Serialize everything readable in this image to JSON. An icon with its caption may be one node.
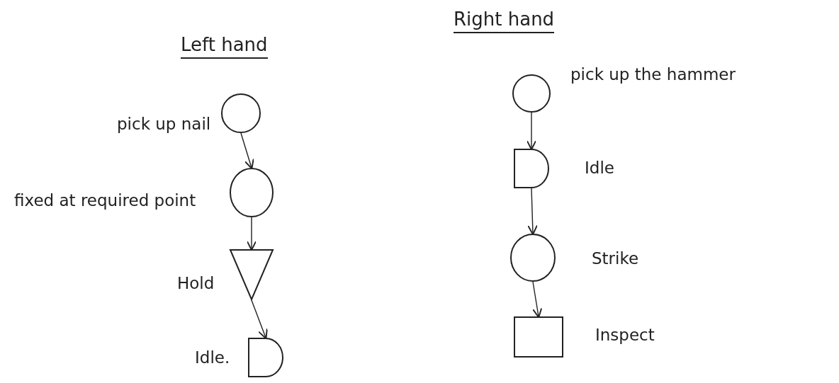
{
  "diagram": {
    "nodes": [
      {
        "text": [],
        "shape": "circle",
        "beside": [
          "pick up nail"
        ]
      },
      {
        "text": [],
        "shape": "circle",
        "beside": [
          "fixed at required point"
        ]
      },
      {
        "text": [],
        "shape": "triangle",
        "beside": [
          "Hold"
        ]
      },
      {
        "text": [],
        "shape": "delay",
        "beside": [
          "Idle."
        ]
      },
      {
        "text": [],
        "shape": "circle",
        "beside": [
          "pick up the hammer"
        ]
      },
      {
        "text": [],
        "shape": "delay",
        "beside": [
          "Idle"
        ]
      },
      {
        "text": [],
        "shape": "circle",
        "beside": [
          "Strike"
        ]
      },
      {
        "text": [],
        "shape": "box",
        "beside": [
          "Inspect"
        ]
      }
    ],
    "edges": [
      {
        "from": 0,
        "to": 1,
        "arrow": "to"
      },
      {
        "from": 1,
        "to": 2,
        "arrow": "to"
      },
      {
        "from": 2,
        "to": 3,
        "arrow": "to"
      },
      {
        "from": 4,
        "to": 5,
        "arrow": "to"
      },
      {
        "from": 5,
        "to": 6,
        "arrow": "to"
      },
      {
        "from": 6,
        "to": 7,
        "arrow": "to"
      }
    ],
    "labels": [
      "Left hand",
      "Right hand"
    ]
  }
}
